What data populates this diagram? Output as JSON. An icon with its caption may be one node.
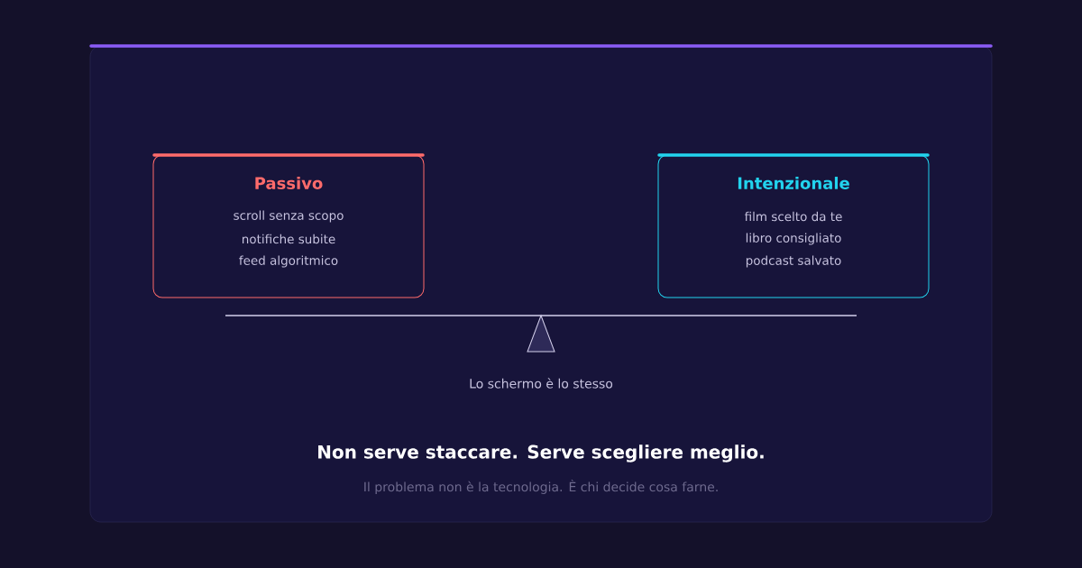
{
  "diagram": {
    "title": "Non serve staccare. Serve scegliere meglio.",
    "caption": "Il problema non è la tecnologia. È chi decide cosa farne.",
    "nodes": [
      {
        "text": [
          "Passivo",
          "scroll senza scopo",
          "notifiche subite",
          "feed algoritmico"
        ]
      },
      {
        "text": [
          "Intenzionale",
          "film scelto da te",
          "libro consigliato",
          "podcast salvato"
        ]
      }
    ],
    "labels": [
      "Lo schermo è lo stesso"
    ]
  }
}
